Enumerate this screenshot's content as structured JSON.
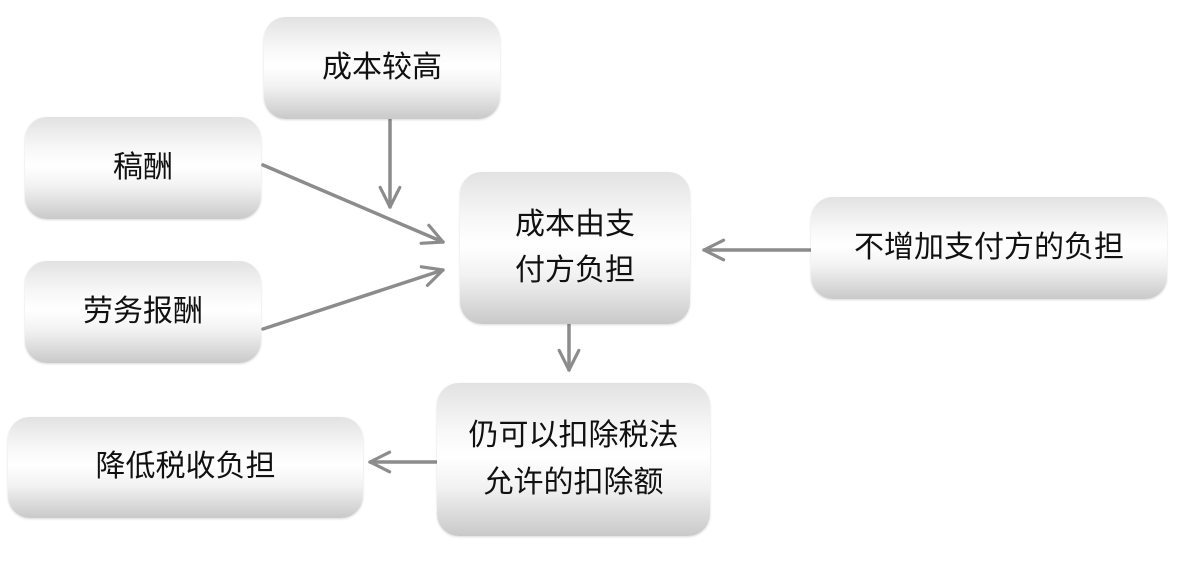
{
  "nodes": {
    "cost_high": {
      "label": "成本较高"
    },
    "manuscript_fee": {
      "label": "稿酬"
    },
    "labor_fee": {
      "label": "劳务报酬"
    },
    "cost_payer": {
      "label": "成本由支\n付方负担"
    },
    "no_extra_burden": {
      "label": "不增加支付方的负担"
    },
    "deductible": {
      "label": "仍可以扣除税法\n允许的扣除额"
    },
    "reduce_tax": {
      "label": "降低税收负担"
    }
  },
  "edges": [
    {
      "from": "cost_high",
      "to": "cost_payer"
    },
    {
      "from": "manuscript_fee",
      "to": "cost_payer"
    },
    {
      "from": "labor_fee",
      "to": "cost_payer"
    },
    {
      "from": "no_extra_burden",
      "to": "cost_payer"
    },
    {
      "from": "cost_payer",
      "to": "deductible"
    },
    {
      "from": "deductible",
      "to": "reduce_tax"
    }
  ],
  "colors": {
    "arrow": "#8c8c8c",
    "text": "#111111"
  }
}
